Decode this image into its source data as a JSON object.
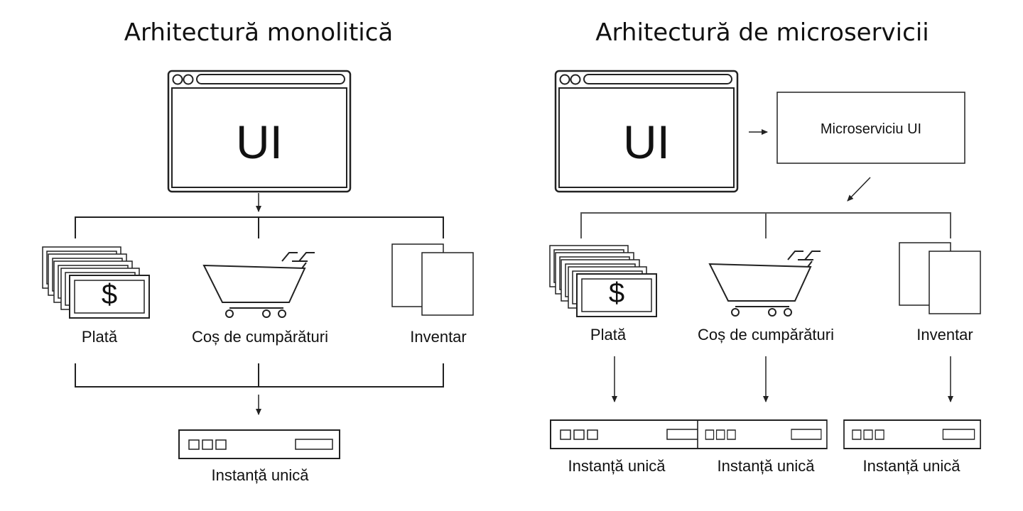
{
  "monolith": {
    "title": "Arhitectură monolitică",
    "ui_text": "UI",
    "components": [
      {
        "label": "Plată",
        "icon": "money-icon"
      },
      {
        "label": "Coș de cumpărături",
        "icon": "shopping-cart-icon"
      },
      {
        "label": "Inventar",
        "icon": "documents-icon"
      }
    ],
    "instance_label": "Instanță unică"
  },
  "microservices": {
    "title": "Arhitectură de microservicii",
    "ui_text": "UI",
    "ui_service_label": "Microserviciu UI",
    "components": [
      {
        "label": "Plată",
        "icon": "money-icon"
      },
      {
        "label": "Coș de cumpărături",
        "icon": "shopping-cart-icon"
      },
      {
        "label": "Inventar",
        "icon": "documents-icon"
      }
    ],
    "instance_labels": [
      "Instanță unică",
      "Instanță unică",
      "Instanță unică"
    ]
  },
  "money_symbol": "$",
  "colors": {
    "stroke": "#222222",
    "background": "#ffffff"
  }
}
